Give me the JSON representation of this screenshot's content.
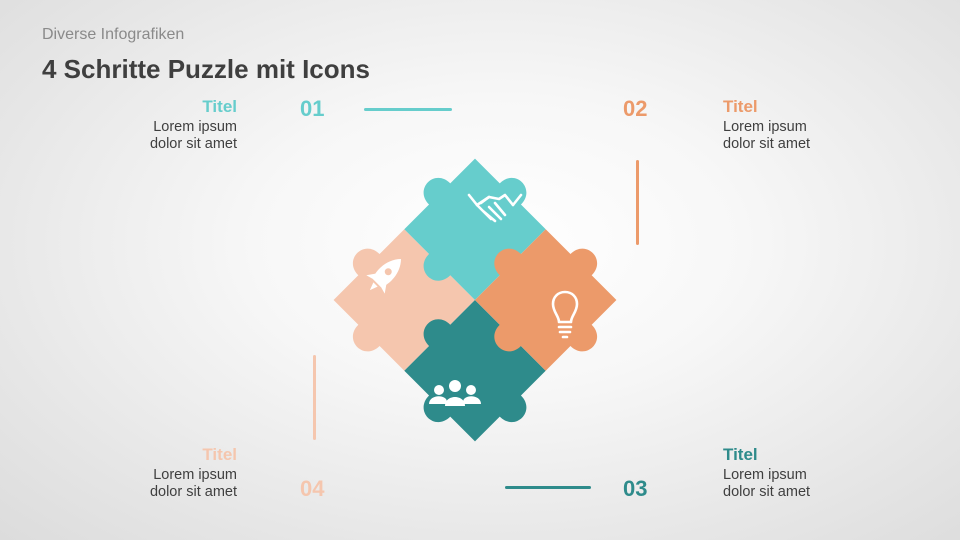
{
  "header": {
    "subtitle": "Diverse Infografiken",
    "title": "4 Schritte Puzzle mit Icons"
  },
  "colors": {
    "teal_light": "#66CDCC",
    "orange": "#EC9A6A",
    "peach": "#F5C6AE",
    "teal_dark": "#2E8B8B",
    "text": "#3f3f3f"
  },
  "steps": [
    {
      "number": "01",
      "title": "Titel",
      "line1": "Lorem ipsum",
      "line2": "dolor sit amet",
      "icon": "handshake-icon"
    },
    {
      "number": "02",
      "title": "Titel",
      "line1": "Lorem ipsum",
      "line2": "dolor sit amet",
      "icon": "lightbulb-icon"
    },
    {
      "number": "03",
      "title": "Titel",
      "line1": "Lorem ipsum",
      "line2": "dolor sit amet",
      "icon": "people-icon"
    },
    {
      "number": "04",
      "title": "Titel",
      "line1": "Lorem ipsum",
      "line2": "dolor sit amet",
      "icon": "rocket-icon"
    }
  ]
}
